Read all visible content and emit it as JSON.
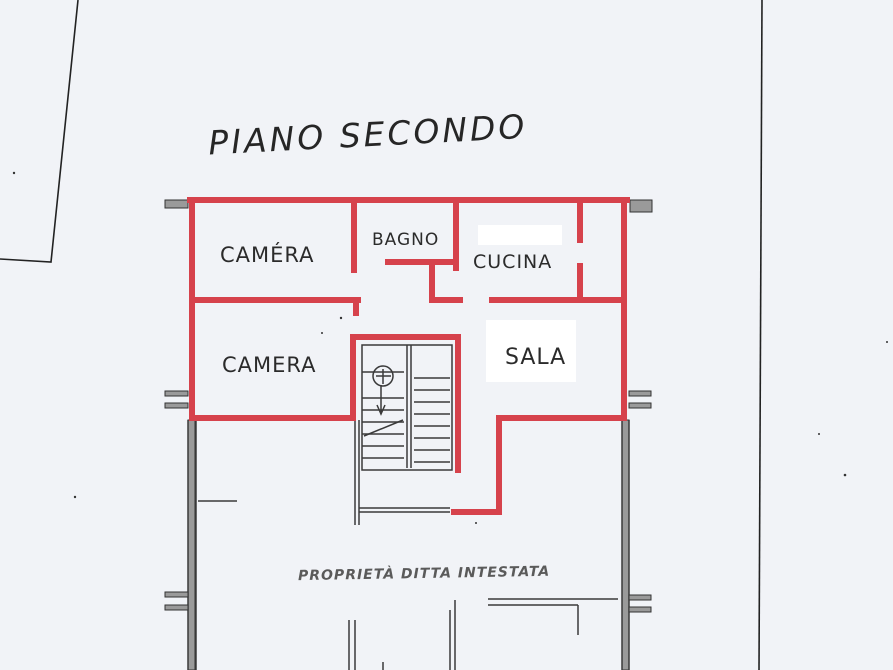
{
  "document": {
    "type": "floor-plan",
    "title": "PIANO SECONDO",
    "wall_color_highlight": "#d6424c",
    "wall_color_existing": "#3a3a3a",
    "background": "#f1f3f7"
  },
  "rooms": [
    {
      "id": "camera-1",
      "label": "CAMÉRA"
    },
    {
      "id": "bagno",
      "label": "BAGNO"
    },
    {
      "id": "cucina",
      "label": "CUCINA"
    },
    {
      "id": "camera-2",
      "label": "CAMERA"
    },
    {
      "id": "sala",
      "label": "SALA"
    }
  ],
  "annotations": {
    "adjacent_property": "PROPRIETÀ DITTA INTESTATA"
  },
  "symbols": {
    "stair_marker": "circle-cross-icon"
  }
}
